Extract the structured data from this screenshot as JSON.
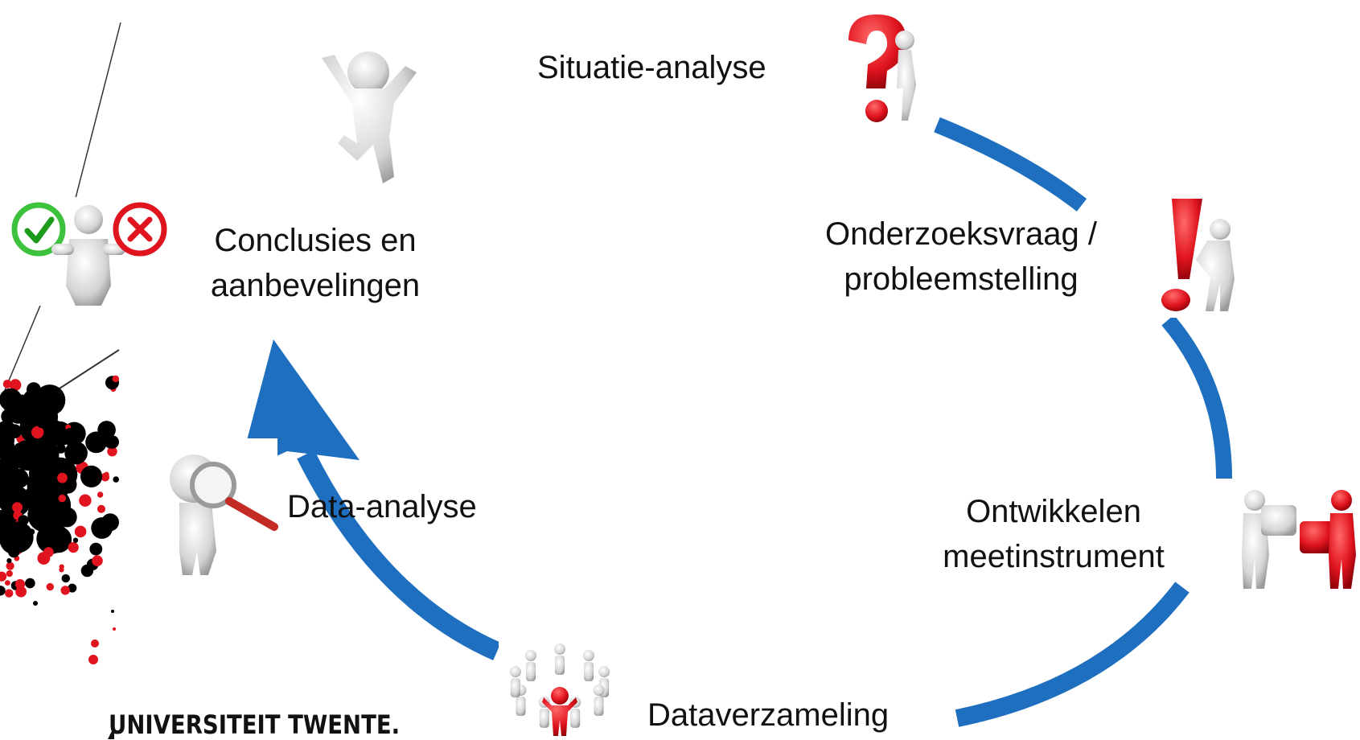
{
  "steps": {
    "situatie": "Situatie-analyse",
    "onderzoek_line1": "Onderzoeksvraag /",
    "onderzoek_line2": "probleemstelling",
    "ontwikkelen_line1": "Ontwikkelen",
    "ontwikkelen_line2": "meetinstrument",
    "dataverzameling": "Dataverzameling",
    "data_analyse": "Data-analyse",
    "conclusies_line1": "Conclusies en",
    "conclusies_line2": "aanbevelingen"
  },
  "logo": {
    "text": "UNIVERSITEIT TWENTE."
  },
  "colors": {
    "arrow": "#1E6FC0",
    "accent_red": "#E0141E",
    "figure": "#D9D9D9",
    "dots": "#000000"
  },
  "icons": {
    "situatie": "question-mark-figure-icon",
    "onderzoek": "exclamation-mark-figure-icon",
    "ontwikkelen": "puzzle-figures-icon",
    "dataverzameling": "circle-of-people-icon",
    "data_analyse": "magnifier-figure-icon",
    "conclusies": "check-cross-figure-icon",
    "celebration": "jumping-figure-icon"
  }
}
